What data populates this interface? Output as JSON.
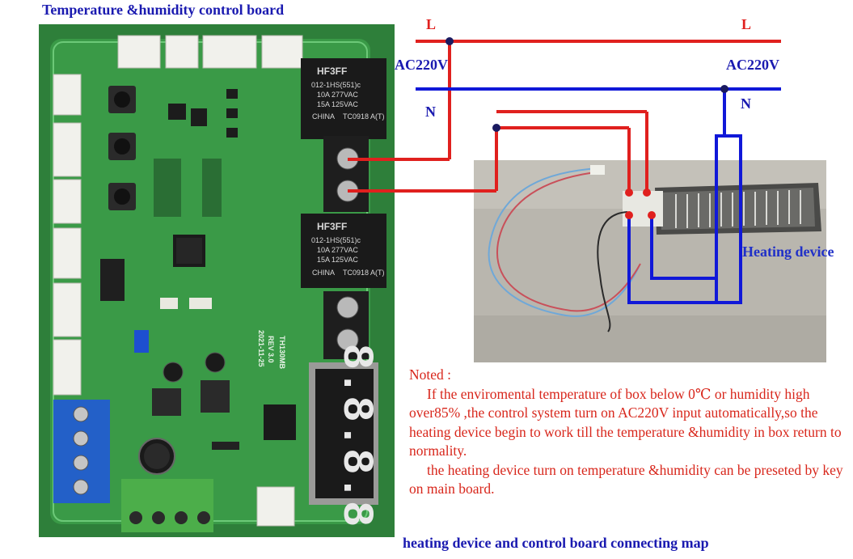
{
  "title": "Temperature &humidity control board",
  "caption": "heating device and control board connecting map",
  "labels": {
    "l_left": "L",
    "l_right": "L",
    "ac_left": "AC220V",
    "ac_right": "AC220V",
    "n_left": "N",
    "n_right": "N",
    "heating_device": "Heating device"
  },
  "board": {
    "relay_1": {
      "brand": "HF3FF",
      "model": "012-1HS(551)c",
      "rating_1": "10A 277VAC",
      "rating_2": "15A 125VAC",
      "origin": "CHINA",
      "code": "TC0918 A(T)"
    },
    "relay_2": {
      "brand": "HF3FF",
      "model": "012-1HS(551)c",
      "rating_1": "10A 277VAC",
      "rating_2": "15A 125VAC",
      "origin": "CHINA",
      "code": "TC0918 A(T)"
    },
    "display": "8.8.8.8",
    "revision": "REV 3.0",
    "date": "2021-11-25",
    "model": "TH130MB"
  },
  "note": {
    "heading": "Noted :",
    "line_1": "If the enviromental temperature of box  below  0℃ or humidity high over85% ,the control system turn on  AC220V input automatically,so the heating device  begin to work till the temperature &humidity in box  return to normality.",
    "line_2": "the heating device turn on temperature  &humidity can be preseted by key on main board."
  },
  "colors": {
    "live": "#e0201e",
    "neutral": "#1018d8",
    "title": "#1a1ab0",
    "board": "#2f8a3c"
  }
}
